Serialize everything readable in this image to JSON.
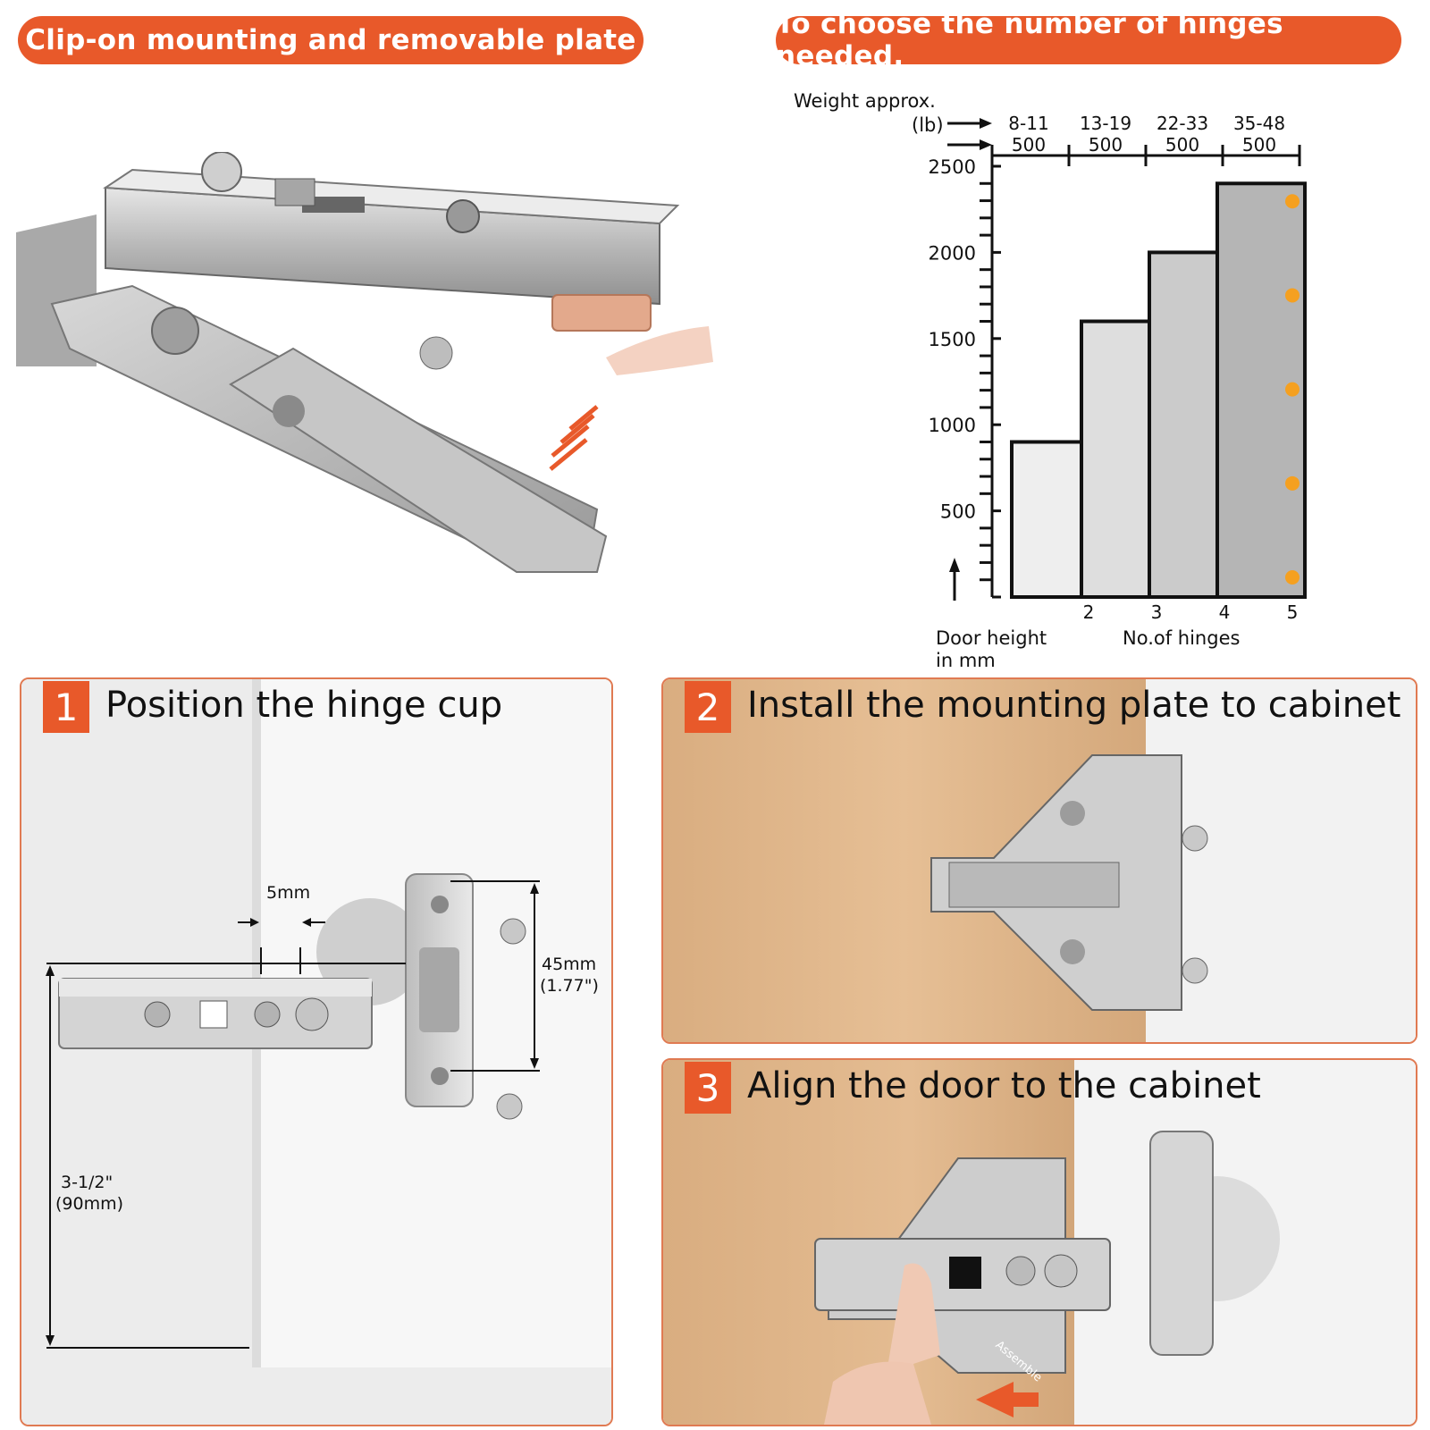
{
  "colors": {
    "accent": "#e8592a",
    "border": "#e07a52",
    "dot": "#f5a020"
  },
  "header": {
    "left": "Clip-on mounting and removable plate",
    "right": "To choose the number of hinges needed."
  },
  "chart_data": {
    "type": "bar",
    "weight_label": "Weight approx.",
    "weight_unit": "(lb)",
    "weight_ranges": [
      "8-11",
      "13-19",
      "22-33",
      "35-48"
    ],
    "width_labels": [
      "500",
      "500",
      "500",
      "500"
    ],
    "y_ticks": [
      "2500",
      "2000",
      "1500",
      "1000",
      "500"
    ],
    "ylim": [
      0,
      2500
    ],
    "categories": [
      "2",
      "3",
      "4",
      "5"
    ],
    "values": [
      900,
      1600,
      2000,
      2400
    ],
    "xlabel": "No.of hinges",
    "ylabel": "Door height\nin mm",
    "ylabel_line1": "Door height",
    "ylabel_line2": "in mm"
  },
  "steps": [
    {
      "number": "1",
      "title": "Position the hinge cup"
    },
    {
      "number": "2",
      "title": "Install the mounting plate to cabinet"
    },
    {
      "number": "3",
      "title": "Align the door to the cabinet"
    }
  ],
  "dimensions": {
    "gap": "5mm",
    "plate_height": "45mm",
    "plate_height_in": "(1.77\")",
    "door_offset": "3-1/2\"",
    "door_offset_mm": "(90mm)"
  },
  "assemble_label": "Assemble"
}
